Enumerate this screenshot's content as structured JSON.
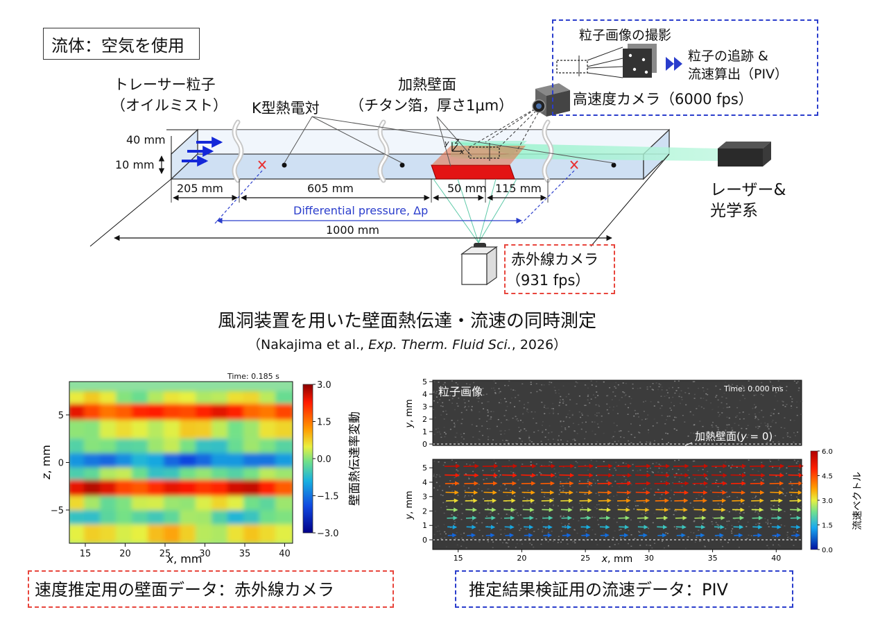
{
  "top": {
    "fluid_label": "流体：空気を使用",
    "tracer_label_1": "トレーサー粒子",
    "tracer_label_2": "（オイルミスト）",
    "thermocouple_label": "K型熱電対",
    "heated_wall_1": "加熱壁面",
    "heated_wall_2": "（チタン箔，厚さ1μm）",
    "particle_imaging": "粒子画像の撮影",
    "particle_tracking_1": "粒子の追跡 &",
    "particle_tracking_2": "流速算出（PIV）",
    "highspeed_camera": "高速度カメラ（6000 fps）",
    "laser_1": "レーザー&",
    "laser_2": "光学系",
    "ir_camera_1": "赤外線カメラ",
    "ir_camera_2": "（931 fps）",
    "dim_40": "40 mm",
    "dim_10": "10 mm",
    "dim_205": "205 mm",
    "dim_605": "605 mm",
    "dim_50": "50 mm",
    "dim_115": "115 mm",
    "dim_1000": "1000 mm",
    "diff_pressure": "Differential pressure, Δp",
    "axis_y": "y",
    "axis_z": "z",
    "axis_x": "x",
    "title": "風洞装置を用いた壁面熱伝達・流速の同時測定",
    "citation_pre": "（Nakajima et al., ",
    "citation_journal": "Exp. Therm. Fluid Sci.",
    "citation_post": ", 2026）"
  },
  "bottom": {
    "left_caption": "速度推定用の壁面データ：赤外線カメラ",
    "right_caption": "推定結果検証用の流速データ：PIV",
    "heatmap_time": "Time: 0.185 s",
    "heatmap_colorbar_label": "壁面熱伝達率変動",
    "particle_image_label": "粒子画像",
    "piv_time": "Time: 0.000 ms",
    "heated_wall_annot": "加熱壁面(y = 0)",
    "vector_colorbar_label": "流速ベクトル",
    "x_label": "x, mm",
    "z_label": "z, mm",
    "y_label": "y, mm"
  },
  "colors": {
    "red_dash": "#e8453c",
    "blue_dash": "#2a3dcc",
    "duct_fill": "#cfe0f3",
    "heater": "#e31414",
    "laser_sheet": "#7ff0c0"
  },
  "chart_data": [
    {
      "type": "heatmap",
      "xlabel": "x, mm",
      "ylabel": "z, mm",
      "xlim": [
        13,
        41
      ],
      "ylim": [
        -8.5,
        8.5
      ],
      "x_ticks": [
        15,
        20,
        25,
        30,
        35,
        40
      ],
      "y_ticks": [
        5,
        0,
        -5
      ],
      "colorbar": {
        "label": "壁面熱伝達率変動",
        "range": [
          -3.0,
          3.0
        ],
        "ticks": [
          "3.0",
          "1.5",
          "0.0",
          "−1.5",
          "−3.0"
        ]
      },
      "bands": [
        {
          "z": 6.5,
          "level": 0.3
        },
        {
          "z": 5.2,
          "level": 2.0
        },
        {
          "z": 3.5,
          "level": 0.4
        },
        {
          "z": 1.5,
          "level": -0.2
        },
        {
          "z": 0.0,
          "level": -1.3
        },
        {
          "z": -1.5,
          "level": -0.2
        },
        {
          "z": -2.8,
          "level": 2.2
        },
        {
          "z": -4.5,
          "level": 0.2
        },
        {
          "z": -6.0,
          "level": -0.3
        },
        {
          "z": -7.5,
          "level": 0.6
        }
      ],
      "annotation": "Time: 0.185 s"
    },
    {
      "type": "scatter",
      "xlabel": "x, mm",
      "ylabel": "y, mm",
      "xlim": [
        13,
        42
      ],
      "ylim": [
        -0.5,
        5.5
      ],
      "x_ticks": [
        15,
        20,
        25,
        30,
        35,
        40
      ],
      "y_ticks": [
        0,
        1,
        2,
        3,
        4,
        5
      ],
      "colorbar": {
        "label": "流速ベクトル",
        "range": [
          0.0,
          6.0
        ],
        "ticks": [
          "6.0",
          "4.5",
          "3.0",
          "1.5",
          "0.0"
        ]
      },
      "vector_rows_y": [
        0.3,
        0.9,
        1.5,
        2.1,
        2.7,
        3.3,
        3.9,
        4.5,
        5.1
      ],
      "vector_cols_x": [
        14.5,
        16,
        17.5,
        19,
        20.5,
        22,
        23.5,
        25,
        26.5,
        28,
        29.5,
        31,
        32.5,
        34,
        35.5,
        37,
        38.5,
        40,
        41.5
      ],
      "annotation": "Time: 0.000 ms"
    }
  ]
}
